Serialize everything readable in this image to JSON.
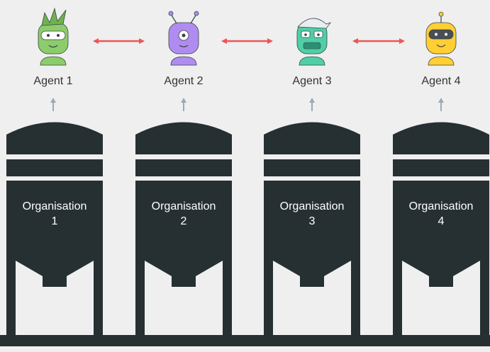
{
  "colors": {
    "background": "#efefef",
    "silo": "#263033",
    "silo_inner": "#efefef",
    "arrow_bidirectional": "#ee5555",
    "arrow_up": "#9aaab5",
    "agent_1": "#8ccc6a",
    "agent_2": "#b08cf0",
    "agent_3": "#4fcfa6",
    "agent_4": "#ffcf33"
  },
  "agents": [
    {
      "label": "Agent 1",
      "icon": "robot-avatar-spiky-hair-icon",
      "color": "#8ccc6a"
    },
    {
      "label": "Agent 2",
      "icon": "robot-avatar-antennae-icon",
      "color": "#b08cf0"
    },
    {
      "label": "Agent 3",
      "icon": "robot-avatar-cap-icon",
      "color": "#4fcfa6"
    },
    {
      "label": "Agent 4",
      "icon": "robot-avatar-antenna-icon",
      "color": "#ffcf33"
    }
  ],
  "organisations": [
    {
      "line1": "Organisation",
      "line2": "1"
    },
    {
      "line1": "Organisation",
      "line2": "2"
    },
    {
      "line1": "Organisation",
      "line2": "3"
    },
    {
      "line1": "Organisation",
      "line2": "4"
    }
  ],
  "connections": [
    {
      "from": "Agent 1",
      "to": "Agent 2",
      "type": "bidirectional"
    },
    {
      "from": "Agent 2",
      "to": "Agent 3",
      "type": "bidirectional"
    },
    {
      "from": "Agent 3",
      "to": "Agent 4",
      "type": "bidirectional"
    }
  ]
}
